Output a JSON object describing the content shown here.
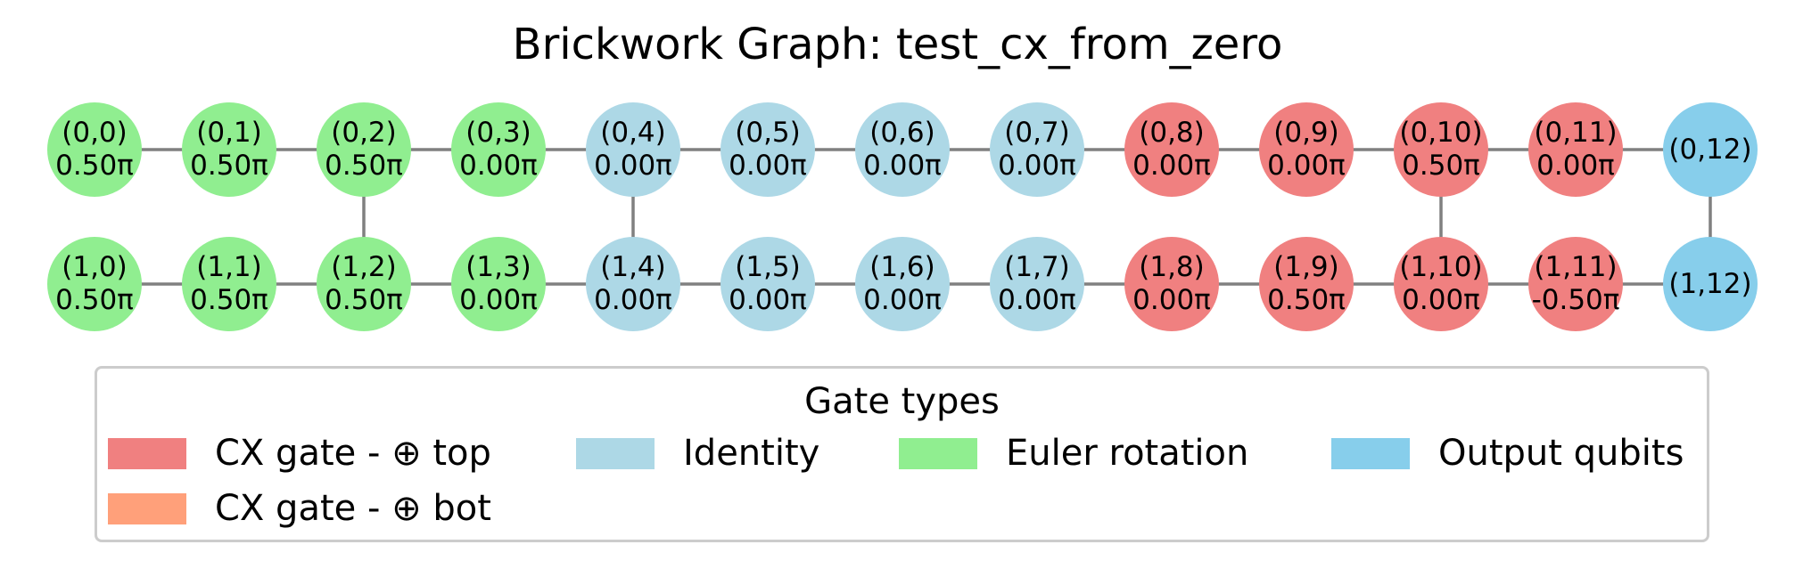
{
  "title": "Brickwork Graph: test_cx_from_zero",
  "colors": {
    "euler": "#90ee90",
    "identity": "#add8e6",
    "cx_top": "#f08080",
    "cx_bot": "#ffa07a",
    "output": "#87ceeb",
    "edge": "#808080"
  },
  "nodes": [
    {
      "label": "(0,0)",
      "angle": "0.50π",
      "type": "euler"
    },
    {
      "label": "(0,1)",
      "angle": "0.50π",
      "type": "euler"
    },
    {
      "label": "(0,2)",
      "angle": "0.50π",
      "type": "euler"
    },
    {
      "label": "(0,3)",
      "angle": "0.00π",
      "type": "euler"
    },
    {
      "label": "(0,4)",
      "angle": "0.00π",
      "type": "identity"
    },
    {
      "label": "(0,5)",
      "angle": "0.00π",
      "type": "identity"
    },
    {
      "label": "(0,6)",
      "angle": "0.00π",
      "type": "identity"
    },
    {
      "label": "(0,7)",
      "angle": "0.00π",
      "type": "identity"
    },
    {
      "label": "(0,8)",
      "angle": "0.00π",
      "type": "cx_top"
    },
    {
      "label": "(0,9)",
      "angle": "0.00π",
      "type": "cx_top"
    },
    {
      "label": "(0,10)",
      "angle": "0.50π",
      "type": "cx_top"
    },
    {
      "label": "(0,11)",
      "angle": "0.00π",
      "type": "cx_top"
    },
    {
      "label": "(0,12)",
      "angle": "",
      "type": "output"
    },
    {
      "label": "(1,0)",
      "angle": "0.50π",
      "type": "euler"
    },
    {
      "label": "(1,1)",
      "angle": "0.50π",
      "type": "euler"
    },
    {
      "label": "(1,2)",
      "angle": "0.50π",
      "type": "euler"
    },
    {
      "label": "(1,3)",
      "angle": "0.00π",
      "type": "euler"
    },
    {
      "label": "(1,4)",
      "angle": "0.00π",
      "type": "identity"
    },
    {
      "label": "(1,5)",
      "angle": "0.00π",
      "type": "identity"
    },
    {
      "label": "(1,6)",
      "angle": "0.00π",
      "type": "identity"
    },
    {
      "label": "(1,7)",
      "angle": "0.00π",
      "type": "identity"
    },
    {
      "label": "(1,8)",
      "angle": "0.00π",
      "type": "cx_top"
    },
    {
      "label": "(1,9)",
      "angle": "0.50π",
      "type": "cx_top"
    },
    {
      "label": "(1,10)",
      "angle": "0.00π",
      "type": "cx_top"
    },
    {
      "label": "(1,11)",
      "angle": "-0.50π",
      "type": "cx_top"
    },
    {
      "label": "(1,12)",
      "angle": "",
      "type": "output"
    }
  ],
  "vertical_links": [
    "(0,2)-(1,2)",
    "(0,4)-(1,4)",
    "(0,10)-(1,10)",
    "(0,12)-(1,12)"
  ],
  "legend": {
    "title": "Gate types",
    "items": [
      {
        "label": "CX gate - ⊕ top",
        "type": "cx_top"
      },
      {
        "label": "Identity",
        "type": "identity"
      },
      {
        "label": "Euler rotation",
        "type": "euler"
      },
      {
        "label": "Output qubits",
        "type": "output"
      },
      {
        "label": "CX gate - ⊕ bot",
        "type": "cx_bot"
      }
    ]
  }
}
